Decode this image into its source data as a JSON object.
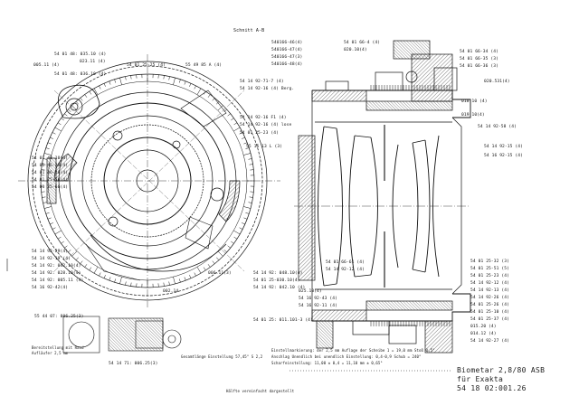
{
  "title_block": {
    "line1": "Biometar 2,8/80 ASB",
    "line2": "für Exakta",
    "line3": "54 18 02:001.26"
  },
  "section_label": "Schnitt A-B",
  "left_labels": [
    "005.11 (4)",
    "54 01 48: 035.10 (4)",
    "023.11 (4)",
    "54 01 48: 036.10 (4)",
    "54 01 48-10(4)",
    "54 01 46-20(4)",
    "54 01 46-20(4)",
    "54 01 25-56(4)",
    "54 01 25-66(4)",
    "54 14 92-29(4)",
    "54 14 92-19 (4)",
    "54 14 92: 042.10(4)",
    "54 14 92: 028.10(4)",
    "54 14 92: 005.11 (4)",
    "54 16 92-42(4)"
  ],
  "center_labels": [
    "54 01 25-25 (4)",
    "55 49 85 A (4)",
    "54 14 92-71-7 (4)",
    "54 14 92-16 (4) Berg.",
    "54 14 92-16 F1 (4)",
    "54 14 92-16 (4) lose",
    "54 01 25-23 (4)",
    "55 15 13 L (3)",
    "006.11(3)",
    "002.14",
    "54 01 25: 011.101-3 (4)",
    "54 14 92: 048.10(4)",
    "54 01 25-030.10(4)",
    "54 14 92: 042.10 (4)"
  ],
  "right_labels": [
    "540166-46(4)",
    "540166-47(4)",
    "540166-47(3)",
    "540166-48(4)",
    "54 01 66-4 (4)",
    "020.10(4)",
    "54 01 66-34 (4)",
    "54 01 66-35 (3)",
    "54 01 66-36 (3)",
    "020.531(4)",
    "018.10 (4)",
    "019.10(4)",
    "54 14 92-58 (4)",
    "54 14 92-15 (4)",
    "54 16 92-15 (4)",
    "54 01 25-32 (3)",
    "54 01 25-51 (5)",
    "54 01 25-23 (4)",
    "54 14 92-12 (4)",
    "54 14 92-13 (4)",
    "54 14 92-26 (4)",
    "54 01 25-26 (4)",
    "54 01 25-10 (4)",
    "54 01 25-37 (4)",
    "015.20 (4)",
    "014.12 (4)",
    "54 14 92-27 (4)",
    "54 01 66-61 (4)",
    "54 14 92-12 (4)",
    "025.10(4)",
    "54 16 92-43 (4)",
    "54 16 92-11 (4)"
  ],
  "small_view_labels": [
    "55 44 07: 006.25(3)",
    "54 14 71: 006.25(3)",
    "Bereitstellung mit Rand",
    "Aufläufer 2,5 mm"
  ],
  "bottom_notes": [
    "Einstellmarkierung: der 2,5 mm Auflage der Scheibe 1 = 19,0 mm Stoß 0,5°",
    "Anschlag Unendlich bei unendlich Einstellung: 0,4-0,9 Schub = 240°",
    "Scharfeinstellung: 11,00 ± 0,4 = 11,10 mm ± 0,65°",
    "Gesamtlänge Einstellung 57,45° S 2,2"
  ],
  "legend_note": "Hälfte vereinfacht dargestellt",
  "colors": {
    "ink": "#111111",
    "paper": "#ffffff",
    "hatch": "#222222"
  }
}
